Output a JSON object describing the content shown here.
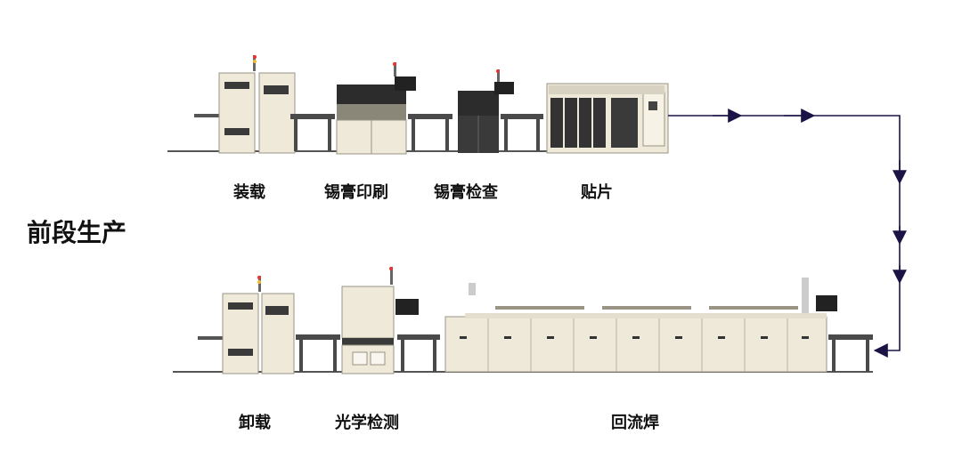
{
  "title": "前段生产",
  "stations_top": [
    {
      "name": "loader",
      "label": "装载"
    },
    {
      "name": "solder-paste-printer",
      "label": "锡膏印刷"
    },
    {
      "name": "solder-paste-inspection",
      "label": "锡膏检查"
    },
    {
      "name": "pick-and-place",
      "label": "贴片"
    }
  ],
  "stations_bottom": [
    {
      "name": "unloader",
      "label": "卸载"
    },
    {
      "name": "optical-inspection",
      "label": "光学检测"
    },
    {
      "name": "reflow-oven",
      "label": "回流焊"
    }
  ],
  "colors": {
    "machine_body": "#efe9da",
    "machine_edge": "#9a9484",
    "frame": "#3a3a3a",
    "arrow": "#1a1446",
    "text": "#111111"
  }
}
